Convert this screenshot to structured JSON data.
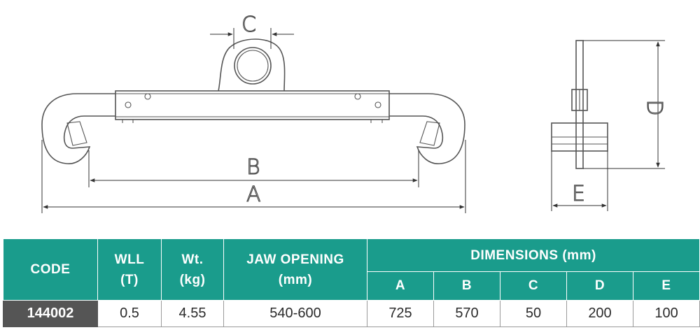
{
  "drawing": {
    "labels": {
      "a": "A",
      "b": "B",
      "c": "C",
      "d": "D",
      "e": "E"
    }
  },
  "table": {
    "headers": {
      "code": "CODE",
      "wll_line1": "WLL",
      "wll_line2": "(T)",
      "wt_line1": "Wt.",
      "wt_line2": "(kg)",
      "jaw_line1": "JAW OPENING",
      "jaw_line2": "(mm)",
      "dimensions": "DIMENSIONS (mm)",
      "dim_a": "A",
      "dim_b": "B",
      "dim_c": "C",
      "dim_d": "D",
      "dim_e": "E"
    },
    "rows": [
      {
        "code": "144002",
        "wll": "0.5",
        "wt": "4.55",
        "jaw_opening": "540-600",
        "a": "725",
        "b": "570",
        "c": "50",
        "d": "200",
        "e": "100"
      }
    ]
  },
  "colors": {
    "header_bg": "#1a9c8c",
    "code_cell_bg": "#555555",
    "line": "#555555"
  }
}
